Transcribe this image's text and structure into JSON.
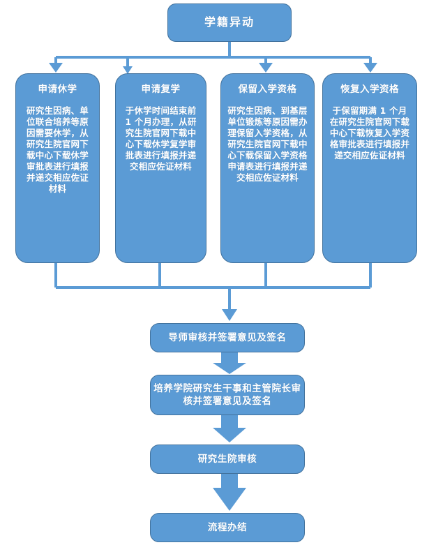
{
  "diagram": {
    "type": "flowchart",
    "title": "学籍异动",
    "colors": {
      "node_fill": "#5B9BD5",
      "node_border": "#41719C",
      "connector": "#5B9BD5",
      "text": "#FFFFFF",
      "background": "#FFFFFF"
    },
    "root": {
      "label": "学籍异动"
    },
    "branches": [
      {
        "title": "申请休学",
        "body": "研究生因病、单位联合培养等原因需要休学，从研究生院官网下载中心下载休学审批表进行填报并递交相应佐证材料"
      },
      {
        "title": "申请复学",
        "body": "于休学时间结束前 1 个月办理，从研究生院官网下载中心下载休学复学审批表进行填报并递交相应佐证材料"
      },
      {
        "title": "保留入学资格",
        "body": "研究生因病、到基层单位锻炼等原因需办理保留入学资格，从研究生院官网下载中心下载保留入学资格申请表进行填报并递交相应佐证材料"
      },
      {
        "title": "恢复入学资格",
        "body": "于保留期满 1 个月在研究生院官网下载中心下载恢复入学资格审批表进行填报并递交相应佐证材料"
      }
    ],
    "steps": [
      {
        "label": "导师审核并签署意见及签名"
      },
      {
        "label": "培养学院研究生干事和主管院长审核并签署意见及签名"
      },
      {
        "label": "研究生院审核"
      },
      {
        "label": "流程办结"
      }
    ]
  }
}
